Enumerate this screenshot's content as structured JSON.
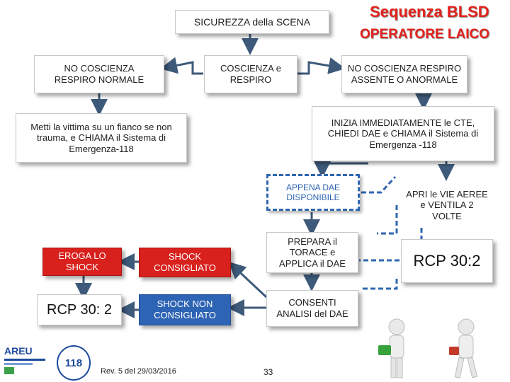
{
  "header": {
    "title_main": "Sequenza BLSD",
    "title_sub": "OPERATORE LAICO",
    "scene_safety": "SICUREZZA della SCENA"
  },
  "nodes": {
    "no_coscienza_normale": "NO COSCIENZA RESPIRO NORMALE",
    "coscienza": "COSCIENZA e RESPIRO",
    "no_coscienza_assente": "NO COSCIENZA RESPIRO ASSENTE O ANORMALE",
    "metti_vittima": "Metti la vittima su un fianco se non trauma, e CHIAMA il Sistema di Emergenza-118",
    "inizia_cte": "INIZIA IMMEDIATAMENTE le CTE, CHIEDI DAE e CHIAMA il Sistema di Emergenza -118",
    "appena_dae": "APPENA DAE DISPONIBILE",
    "apri_vie": "APRI le VIE AEREE e VENTILA 2 VOLTE",
    "prepara_torace": "PREPARA il TORACE e APPLICA il DAE",
    "eroga_shock": "EROGA LO SHOCK",
    "shock_consigliato": "SHOCK CONSIGLIATO",
    "rcp_left": "RCP 30: 2",
    "shock_non": "SHOCK NON CONSIGLIATO",
    "consenti_analisi": "CONSENTI ANALISI del DAE",
    "rcp_right": "RCP 30:2"
  },
  "footer": {
    "revision": "Rev. 5 del 29/03/2016",
    "page_number": "33",
    "logo_areu": "AREU",
    "logo_118": "118"
  },
  "colors": {
    "arrow": "#3e5a7a",
    "title_red": "#e4211b",
    "blue_box": "#2e64b4",
    "red_box": "#d8201c",
    "dashed_blue": "#2f66b0"
  }
}
